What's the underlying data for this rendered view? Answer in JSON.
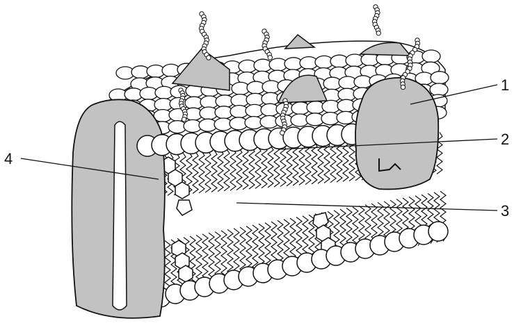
{
  "labels": {
    "one": "1",
    "two": "2",
    "three": "3",
    "four": "4"
  },
  "colors": {
    "protein_fill": "#c2c2c2",
    "head_fill": "#ffffff",
    "outline": "#111111",
    "background": "#ffffff"
  },
  "icons": {
    "protein": "grey-blob",
    "phospholipid_head": "white-circle",
    "fatty_acid_tail": "zigzag-line",
    "cholesterol": "hexagon-rings",
    "glycocalyx": "bead-chain"
  }
}
